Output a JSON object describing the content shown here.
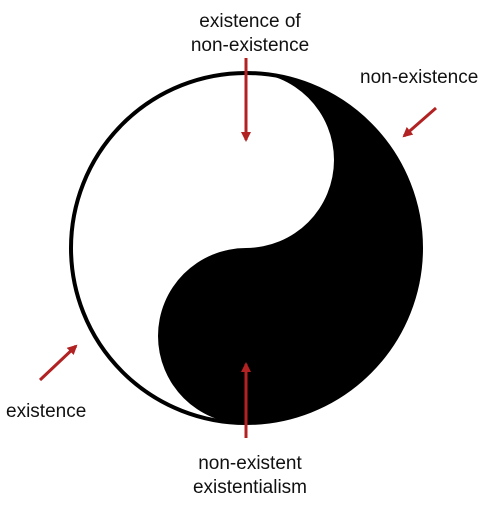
{
  "labels": {
    "top": [
      "existence of",
      "non-existence"
    ],
    "right": "non-existence",
    "left": "existence",
    "bottom": [
      "non-existent",
      "existentialism"
    ]
  },
  "colors": {
    "yin": "#000000",
    "yang": "#ffffff",
    "arrow": "#b22222",
    "text": "#111111"
  }
}
